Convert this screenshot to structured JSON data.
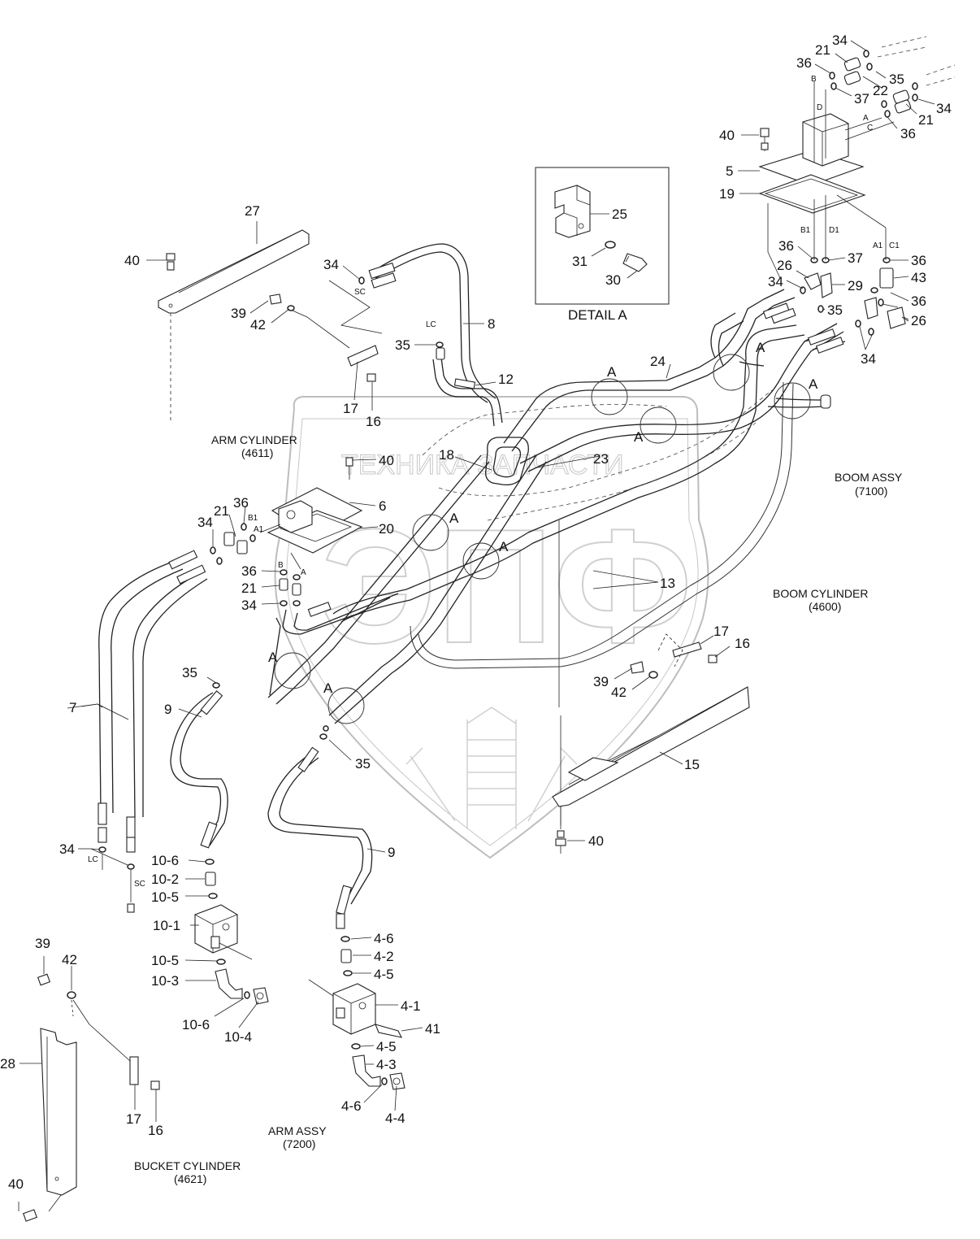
{
  "watermark": {
    "text": "ТЕХНИКА ЗАПЧАСТИ",
    "logo": "ЭПФ"
  },
  "detail": {
    "title": "DETAIL A",
    "parts": [
      "25",
      "31",
      "30"
    ]
  },
  "assemblies": {
    "arm_cylinder": {
      "name": "ARM CYLINDER",
      "code": "(4611)"
    },
    "boom_assy": {
      "name": "BOOM ASSY",
      "code": "(7100)"
    },
    "boom_cylinder": {
      "name": "BOOM CYLINDER",
      "code": "(4600)"
    },
    "arm_assy": {
      "name": "ARM ASSY",
      "code": "(7200)"
    },
    "bucket_cylinder": {
      "name": "BUCKET CYLINDER",
      "code": "(4621)"
    }
  },
  "callouts": {
    "c34a": "34",
    "c21a": "21",
    "c36a": "36",
    "c35a": "35",
    "c22": "22",
    "c37a": "37",
    "c34b": "34",
    "c21b": "21",
    "c36b": "36",
    "c40a": "40",
    "c5": "5",
    "c19": "19",
    "c36c": "36",
    "c37b": "37",
    "c36d": "36",
    "c43": "43",
    "c26a": "26",
    "c29": "29",
    "c34c": "34",
    "c35b": "35",
    "c36e": "36",
    "c26b": "26",
    "c34d": "34",
    "c27": "27",
    "c40b": "40",
    "c34e": "34",
    "c8": "8",
    "c39a": "39",
    "c42a": "42",
    "c35c": "35",
    "c12": "12",
    "c24": "24",
    "c17a": "17",
    "c16a": "16",
    "c18": "18",
    "c40c": "40",
    "c23": "23",
    "c6": "6",
    "c20": "20",
    "c36f": "36",
    "c21c": "21",
    "c34f": "34",
    "c36g": "36",
    "c21d": "21",
    "c34g": "34",
    "c13": "13",
    "c17b": "17",
    "c16b": "16",
    "c39b": "39",
    "c42b": "42",
    "c7": "7",
    "c35d": "35",
    "c9a": "9",
    "c35e": "35",
    "c15": "15",
    "c40d": "40",
    "c9b": "9",
    "c34h": "34",
    "c10_6a": "10-6",
    "c10_2": "10-2",
    "c10_5a": "10-5",
    "c10_1": "10-1",
    "c10_5b": "10-5",
    "c10_3": "10-3",
    "c10_6b": "10-6",
    "c10_4": "10-4",
    "c4_6a": "4-6",
    "c4_2": "4-2",
    "c4_5a": "4-5",
    "c4_1": "4-1",
    "c41": "41",
    "c4_5b": "4-5",
    "c4_3": "4-3",
    "c4_6b": "4-6",
    "c4_4": "4-4",
    "c39c": "39",
    "c42c": "42",
    "c28": "28",
    "c17c": "17",
    "c16c": "16",
    "c40e": "40"
  },
  "port_tags": {
    "B": "B",
    "D": "D",
    "A": "A",
    "C": "C",
    "B1": "B1",
    "D1": "D1",
    "A1": "A1",
    "C1": "C1",
    "SC": "SC",
    "LC": "LC"
  },
  "section_marker": "A"
}
